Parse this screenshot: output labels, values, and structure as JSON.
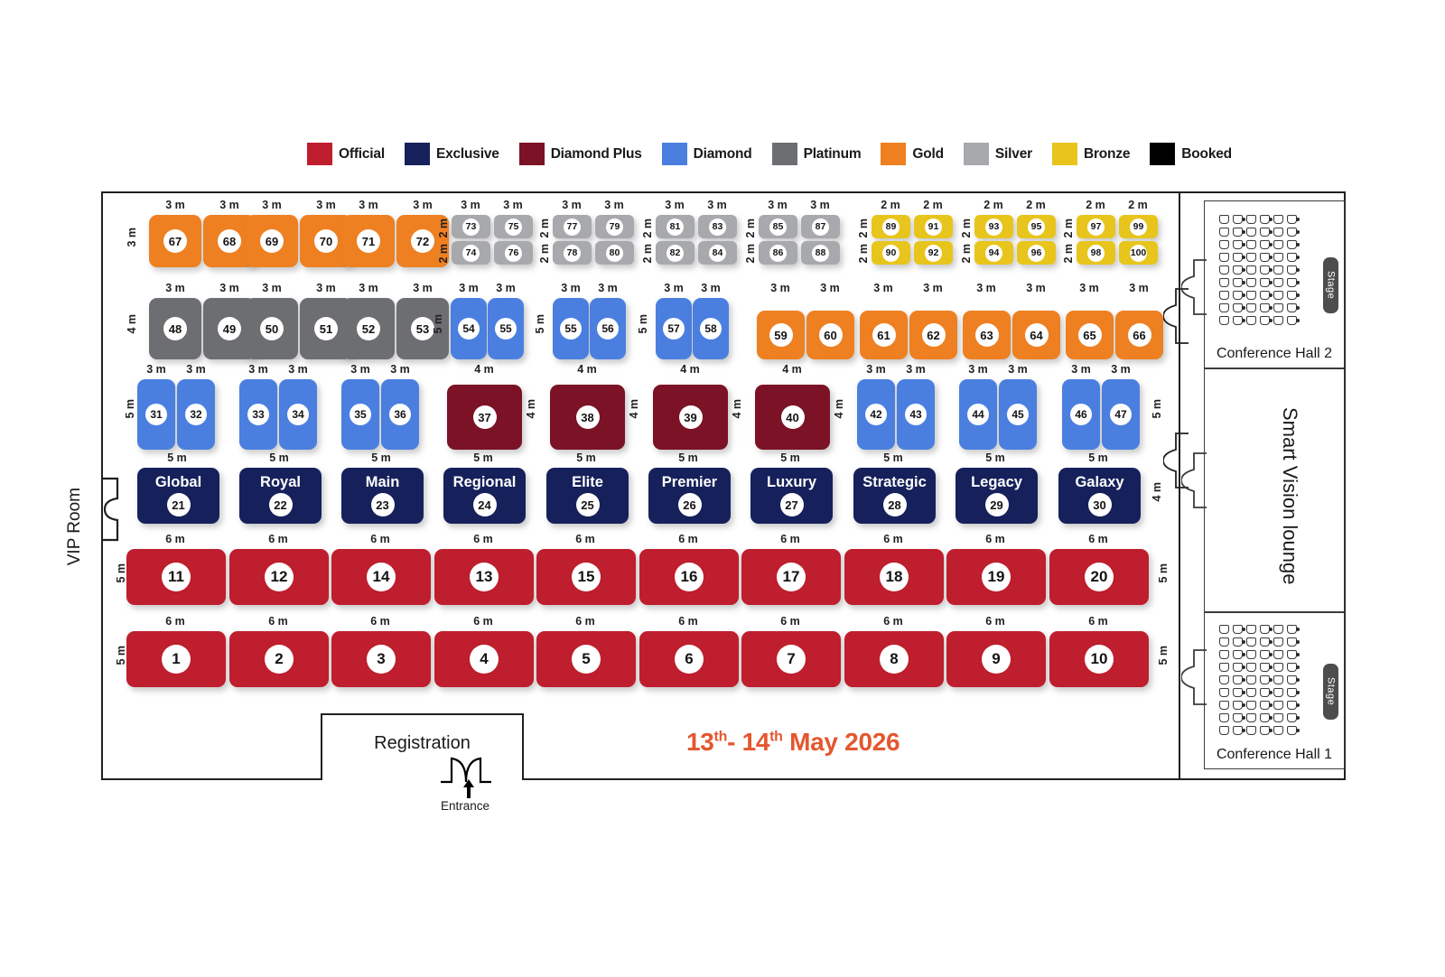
{
  "legend": {
    "items": [
      {
        "label": "Official",
        "color": "#BE1E2D"
      },
      {
        "label": "Exclusive",
        "color": "#16215B"
      },
      {
        "label": "Diamond Plus",
        "color": "#7B1225"
      },
      {
        "label": "Diamond",
        "color": "#4A7FE0"
      },
      {
        "label": "Platinum",
        "color": "#6D6E71"
      },
      {
        "label": "Gold",
        "color": "#EE8022"
      },
      {
        "label": "Silver",
        "color": "#A7A9AC"
      },
      {
        "label": "Bronze",
        "color": "#E8C51C"
      },
      {
        "label": "Booked",
        "color": "#000000"
      }
    ]
  },
  "rooms": {
    "vip_room": "VIP Room",
    "smart_vision_lounge": "Smart Vision\nlounge",
    "conference_hall_1": "Conference Hall 1",
    "conference_hall_2": "Conference Hall 2",
    "stage": "Stage",
    "registration": "Registration",
    "entrance": "Entrance"
  },
  "event": {
    "date_prefix": "13",
    "date_sup1": "th",
    "date_mid": "- 14",
    "date_sup2": "th",
    "date_suffix": " May 2026",
    "date_full": "13th - 14th May 2026",
    "date_color": "#E4572E"
  },
  "booths": {
    "gold_top": [
      {
        "id": "67",
        "w": "3 m",
        "group": 0
      },
      {
        "id": "68",
        "w": "3 m",
        "group": 0
      },
      {
        "id": "69",
        "w": "3 m",
        "group": 1
      },
      {
        "id": "70",
        "w": "3 m",
        "group": 1
      },
      {
        "id": "71",
        "w": "3 m",
        "group": 2
      },
      {
        "id": "72",
        "w": "3 m",
        "group": 2
      }
    ],
    "gold_top_depth": "3 m",
    "silver": [
      {
        "id": "73",
        "w": "2 m",
        "h": "2 m"
      },
      {
        "id": "75",
        "w": "2 m",
        "h": "2 m"
      },
      {
        "id": "74",
        "w": "2 m",
        "h": "2 m"
      },
      {
        "id": "76",
        "w": "2 m",
        "h": "2 m"
      },
      {
        "id": "77",
        "w": "2 m",
        "h": "2 m"
      },
      {
        "id": "79",
        "w": "2 m",
        "h": "2 m"
      },
      {
        "id": "78",
        "w": "2 m",
        "h": "2 m"
      },
      {
        "id": "80",
        "w": "2 m",
        "h": "2 m"
      },
      {
        "id": "81",
        "w": "2 m",
        "h": "2 m"
      },
      {
        "id": "83",
        "w": "2 m",
        "h": "2 m"
      },
      {
        "id": "82",
        "w": "2 m",
        "h": "2 m"
      },
      {
        "id": "84",
        "w": "2 m",
        "h": "2 m"
      },
      {
        "id": "85",
        "w": "2 m",
        "h": "2 m"
      },
      {
        "id": "87",
        "w": "2 m",
        "h": "2 m"
      },
      {
        "id": "86",
        "w": "2 m",
        "h": "2 m"
      },
      {
        "id": "88",
        "w": "2 m",
        "h": "2 m"
      }
    ],
    "bronze": [
      {
        "id": "89",
        "w": "2 m",
        "h": "2 m"
      },
      {
        "id": "91",
        "w": "2 m",
        "h": "2 m"
      },
      {
        "id": "90",
        "w": "2 m",
        "h": "2 m"
      },
      {
        "id": "92",
        "w": "2 m",
        "h": "2 m"
      },
      {
        "id": "93",
        "w": "2 m",
        "h": "2 m"
      },
      {
        "id": "95",
        "w": "2 m",
        "h": "2 m"
      },
      {
        "id": "94",
        "w": "2 m",
        "h": "2 m"
      },
      {
        "id": "96",
        "w": "2 m",
        "h": "2 m"
      },
      {
        "id": "97",
        "w": "2 m",
        "h": "2 m"
      },
      {
        "id": "99",
        "w": "2 m",
        "h": "2 m"
      },
      {
        "id": "98",
        "w": "2 m",
        "h": "2 m"
      },
      {
        "id": "100",
        "w": "2 m",
        "h": "2 m"
      }
    ],
    "platinum": [
      {
        "id": "48",
        "w": "3 m"
      },
      {
        "id": "49",
        "w": "3 m"
      },
      {
        "id": "50",
        "w": "3 m"
      },
      {
        "id": "51",
        "w": "3 m"
      },
      {
        "id": "52",
        "w": "3 m"
      },
      {
        "id": "53",
        "w": "3 m"
      }
    ],
    "platinum_depth": "4 m",
    "diamond_row2": [
      {
        "id": "54",
        "w": "3 m"
      },
      {
        "id": "55",
        "w": "3 m"
      },
      {
        "id": "55b",
        "w": "3 m"
      },
      {
        "id": "56",
        "w": "3 m"
      },
      {
        "id": "57",
        "w": "3 m"
      },
      {
        "id": "58",
        "w": "3 m"
      }
    ],
    "diamond_row2_depth": "5 m",
    "gold_row2": [
      {
        "id": "59",
        "w": "3 m"
      },
      {
        "id": "60",
        "w": "3 m"
      },
      {
        "id": "61",
        "w": "3 m"
      },
      {
        "id": "62",
        "w": "3 m"
      },
      {
        "id": "63",
        "w": "3 m"
      },
      {
        "id": "64",
        "w": "3 m"
      },
      {
        "id": "65",
        "w": "3 m"
      },
      {
        "id": "66",
        "w": "3 m"
      }
    ],
    "diamond_row3": [
      {
        "id": "31",
        "w": "3 m"
      },
      {
        "id": "32",
        "w": "3 m"
      },
      {
        "id": "33",
        "w": "3 m"
      },
      {
        "id": "34",
        "w": "3 m"
      },
      {
        "id": "35",
        "w": "3 m"
      },
      {
        "id": "36",
        "w": "3 m"
      },
      {
        "id": "42",
        "w": "3 m"
      },
      {
        "id": "43",
        "w": "3 m"
      },
      {
        "id": "44",
        "w": "3 m"
      },
      {
        "id": "45",
        "w": "3 m"
      },
      {
        "id": "46",
        "w": "3 m"
      },
      {
        "id": "47",
        "w": "3 m"
      }
    ],
    "diamond_row3_depth": "5 m",
    "diamond_plus": [
      {
        "id": "37",
        "w": "4 m",
        "h": "4 m"
      },
      {
        "id": "38",
        "w": "4 m",
        "h": "4 m"
      },
      {
        "id": "39",
        "w": "4 m",
        "h": "4 m"
      },
      {
        "id": "40",
        "w": "4 m",
        "h": "4 m"
      }
    ],
    "exclusive": [
      {
        "id": "21",
        "name": "Global",
        "w": "5 m"
      },
      {
        "id": "22",
        "name": "Royal",
        "w": "5 m"
      },
      {
        "id": "23",
        "name": "Main",
        "w": "5 m"
      },
      {
        "id": "24",
        "name": "Regional",
        "w": "5 m"
      },
      {
        "id": "25",
        "name": "Elite",
        "w": "5 m"
      },
      {
        "id": "26",
        "name": "Premier",
        "w": "5 m"
      },
      {
        "id": "27",
        "name": "Luxury",
        "w": "5 m"
      },
      {
        "id": "28",
        "name": "Strategic",
        "w": "5 m"
      },
      {
        "id": "29",
        "name": "Legacy",
        "w": "5 m"
      },
      {
        "id": "30",
        "name": "Galaxy",
        "w": "5 m"
      }
    ],
    "exclusive_depth": "4 m",
    "official_row1": [
      {
        "id": "11",
        "w": "6 m"
      },
      {
        "id": "12",
        "w": "6 m"
      },
      {
        "id": "14",
        "w": "6 m"
      },
      {
        "id": "13",
        "w": "6 m"
      },
      {
        "id": "15",
        "w": "6 m"
      },
      {
        "id": "16",
        "w": "6 m"
      },
      {
        "id": "17",
        "w": "6 m"
      },
      {
        "id": "18",
        "w": "6 m"
      },
      {
        "id": "19",
        "w": "6 m"
      },
      {
        "id": "20",
        "w": "6 m"
      }
    ],
    "official_row1_depth": "5 m",
    "official_row2": [
      {
        "id": "1",
        "w": "6 m"
      },
      {
        "id": "2",
        "w": "6 m"
      },
      {
        "id": "3",
        "w": "6 m"
      },
      {
        "id": "4",
        "w": "6 m"
      },
      {
        "id": "5",
        "w": "6 m"
      },
      {
        "id": "6",
        "w": "6 m"
      },
      {
        "id": "7",
        "w": "6 m"
      },
      {
        "id": "8",
        "w": "6 m"
      },
      {
        "id": "9",
        "w": "6 m"
      },
      {
        "id": "10",
        "w": "6 m"
      }
    ],
    "official_row2_depth": "5 m"
  }
}
